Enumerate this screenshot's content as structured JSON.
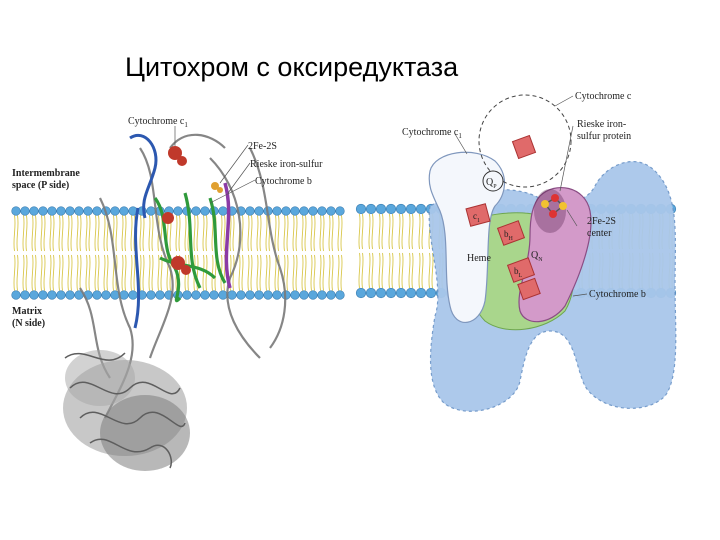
{
  "slide": {
    "title": "Цитохром с оксиредуктаза"
  },
  "left_panel": {
    "labels": {
      "cytochrome_c1": "Cytochrome c",
      "cytochrome_c1_sub": "1",
      "fe2s2": "2Fe-2S",
      "rieske": "Rieske iron-sulfur",
      "cytochrome_b": "Cytochrome b",
      "intermembrane_1": "Intermembrane",
      "intermembrane_2": "space (P side)",
      "matrix_1": "Matrix",
      "matrix_2": "(N side)"
    }
  },
  "right_panel": {
    "labels": {
      "cytochrome_c": "Cytochrome c",
      "cytochrome_c1": "Cytochrome c",
      "cytochrome_c1_sub": "1",
      "rieske_1": "Rieske iron-",
      "rieske_2": "sulfur protein",
      "center_1": "2Fe-2S",
      "center_2": "center",
      "heme": "Heme",
      "cytochrome_b": "Cytochrome b",
      "qp": "Q",
      "qp_sub": "P",
      "qn": "Q",
      "qn_sub": "N",
      "c1_box": "c",
      "c1_box_sub": "1",
      "bh_box": "b",
      "bh_box_sub": "H",
      "bl_box": "b",
      "bl_box_sub": "L"
    }
  },
  "colors": {
    "lipid_head": "#5aa7dc",
    "lipid_tail": "#d9c74a",
    "cyt_b_blob": "#a9c7ea",
    "rieske_blob": "#d39ac9",
    "green_region": "#a9d68c",
    "heme_box": "#e06a6a"
  }
}
